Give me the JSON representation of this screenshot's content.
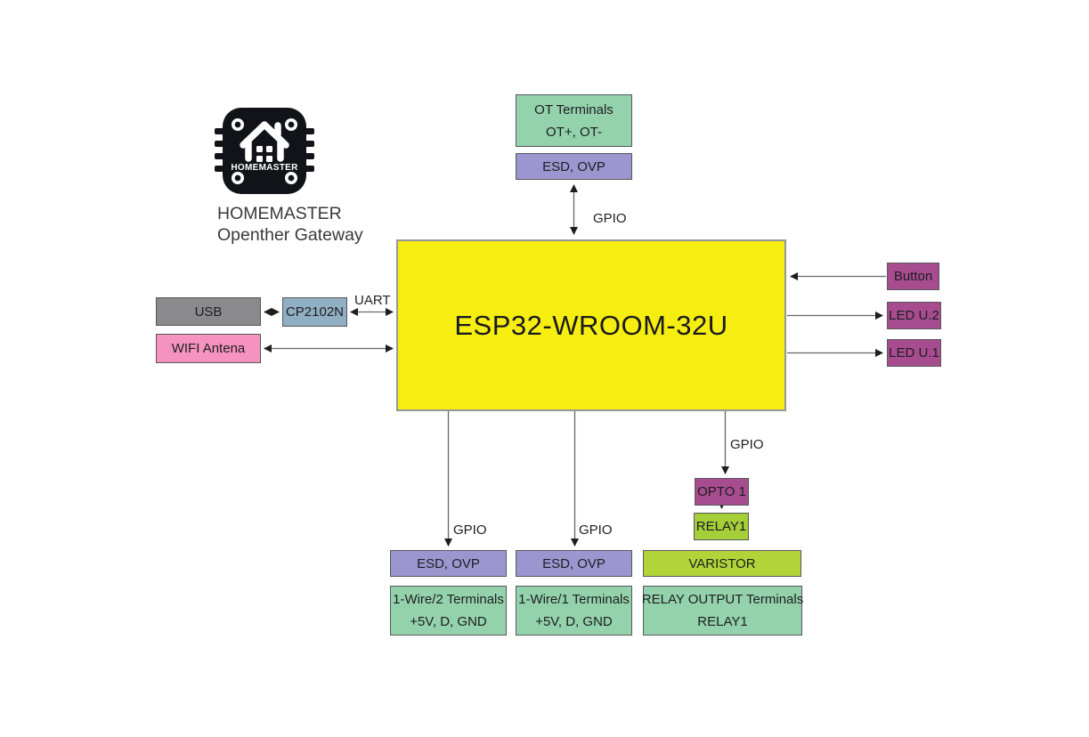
{
  "diagram": {
    "brand": {
      "logo_label": "HOMEMASTER",
      "caption_line1": "HOMEMASTER",
      "caption_line2": "Openther Gateway"
    },
    "nodes": {
      "ot_terminals_line1": "OT Terminals",
      "ot_terminals_line2": "OT+, OT-",
      "esd_ovp_top": "ESD, OVP",
      "esp32": "ESP32-WROOM-32U",
      "usb": "USB",
      "cp2102n": "CP2102N",
      "wifi_antenna": "WIFI Antena",
      "button": "Button",
      "led_u2": "LED U.2",
      "led_u1": "LED U.1",
      "opto1": "OPTO 1",
      "relay1": "RELAY1",
      "varistor": "VARISTOR",
      "relay_output_line1": "RELAY OUTPUT Terminals",
      "relay_output_line2": "RELAY1",
      "esd_ovp_wire2": "ESD, OVP",
      "esd_ovp_wire1": "ESD, OVP",
      "wire2_line1": "1-Wire/2 Terminals",
      "wire2_line2": "+5V, D, GND",
      "wire1_line1": "1-Wire/1 Terminals",
      "wire1_line2": "+5V, D, GND"
    },
    "bus_labels": {
      "gpio_ot": "GPIO",
      "uart": "UART",
      "gpio_wire2": "GPIO",
      "gpio_wire1": "GPIO",
      "gpio_relay": "GPIO"
    },
    "colors": {
      "terminal_green": "#94d2ac",
      "protection_purple": "#9c96d0",
      "mcu_yellow": "#f7ee11",
      "usb_gray": "#8a8a8d",
      "bridge_steel_blue": "#90afc2",
      "antenna_pink": "#f593be",
      "io_magenta": "#a84c90",
      "relay_lime": "#a4cf38",
      "varistor_lime": "#b2d438"
    }
  }
}
